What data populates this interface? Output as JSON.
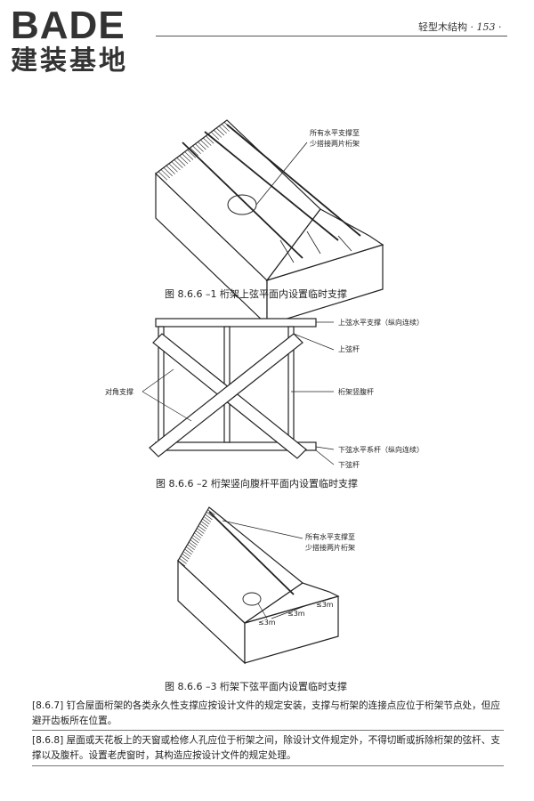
{
  "logo": {
    "main": "BADE",
    "sub": "建装基地"
  },
  "header": {
    "section": "轻型木结构",
    "page": "· 153 ·"
  },
  "figures": [
    {
      "caption": "图 8.6.6 –1   桁架上弦平面内设置临时支撑",
      "labels": {
        "bracing": [
          "所有水平支撑至",
          "少搭接两片桁架"
        ]
      }
    },
    {
      "caption": "图 8.6.6 –2   桁架竖向腹杆平面内设置临时支撑",
      "labels": {
        "top_bracing": "上弦水平支撑（纵向连续）",
        "top_chord": "上弦杆",
        "diagonal": "对角支撑",
        "web": "桁架竖腹杆",
        "bottom_bracing": "下弦水平系杆（纵向连续）",
        "bottom_chord": "下弦杆"
      }
    },
    {
      "caption": "图 8.6.6 –3   桁架下弦平面内设置临时支撑",
      "labels": {
        "bracing": [
          "所有水平支撑至",
          "少搭接两片桁架"
        ],
        "spacing": "≤3m"
      }
    }
  ],
  "paragraphs": [
    {
      "clause": "[8.6.7]",
      "text": " 钉合屋面桁架的各类永久性支撑应按设计文件的规定安装，支撑与桁架的连接点应位于桁架节点处，但应避开齿板所在位置。"
    },
    {
      "clause": "[8.6.8]",
      "text": " 屋面或天花板上的天窗或检修人孔应位于桁架之间，除设计文件规定外，不得切断或拆除桁架的弦杆、支撑以及腹杆。设置老虎窗时，其构造应按设计文件的规定处理。"
    }
  ]
}
